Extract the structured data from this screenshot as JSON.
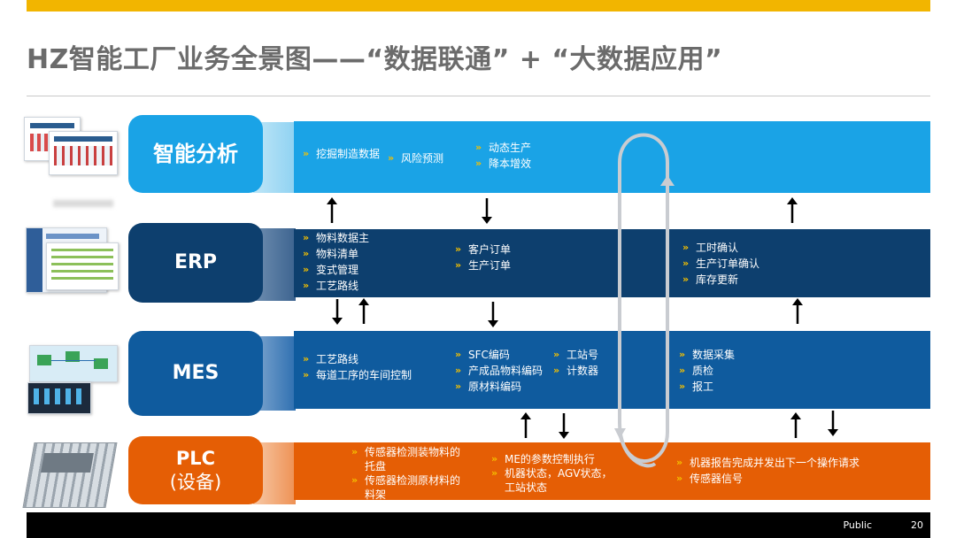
{
  "title": "HZ智能工厂业务全景图——“数据联通” + “大数据应用”",
  "colors": {
    "accent_yellow": "#f2b500",
    "analysis_blue": "#1aa3e6",
    "erp_navy": "#0d3f6e",
    "mes_blue": "#0f5b9e",
    "plc_orange": "#e55e05",
    "bullet": "#f4c000"
  },
  "layers": [
    {
      "id": "analysis",
      "label": "智能分析",
      "groups": [
        {
          "items": [
            "挖掘制造数据"
          ]
        },
        {
          "items": [
            "风险预测"
          ]
        },
        {
          "items": [
            "动态生产",
            "降本增效"
          ]
        }
      ]
    },
    {
      "id": "erp",
      "label": "ERP",
      "groups": [
        {
          "items": [
            "物料数据主",
            "物料清单",
            "变式管理",
            "工艺路线"
          ]
        },
        {
          "items": [
            "客户订单",
            "生产订单"
          ]
        },
        {
          "items": [
            "工时确认",
            "生产订单确认",
            "库存更新"
          ]
        }
      ]
    },
    {
      "id": "mes",
      "label": "MES",
      "groups": [
        {
          "items": [
            "工艺路线",
            "每道工序的车间控制"
          ]
        },
        {
          "items": [
            "SFC编码",
            "产成品物料编码",
            "原材料编码"
          ]
        },
        {
          "items": [
            "工站号",
            "计数器"
          ]
        },
        {
          "items": [
            "数据采集",
            "质检",
            "报工"
          ]
        }
      ]
    },
    {
      "id": "plc",
      "label": "PLC",
      "sublabel": "(设备)",
      "groups": [
        {
          "items": [
            "传感器检测装物料的托盘",
            "传感器检测原材料的料架"
          ]
        },
        {
          "items": [
            "ME的参数控制执行",
            "机器状态，AGV状态，工站状态"
          ]
        },
        {
          "items": [
            "机器报告完成并发出下一个操作请求",
            "传感器信号"
          ]
        }
      ]
    }
  ],
  "thumbnails": [
    "analysis-dashboard-screenshot",
    "erp-gantt-screenshot",
    "mes-flow-screenshot",
    "plc-machine-image"
  ],
  "footer": {
    "label": "Public",
    "page": "20"
  }
}
